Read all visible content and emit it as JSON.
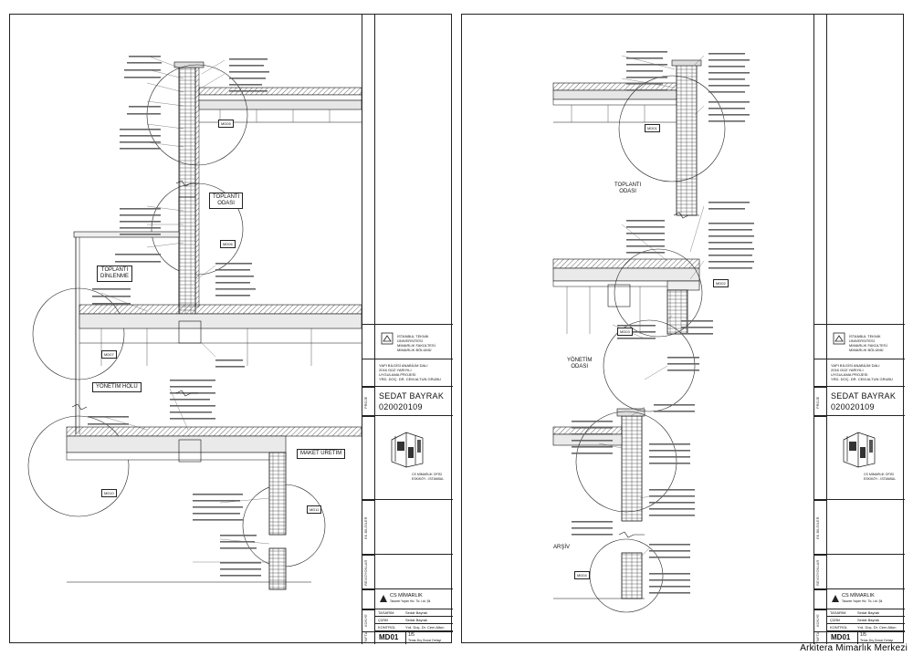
{
  "left_sheet": {
    "room_labels": {
      "toplanti_odasi": "TOPLANTI\nODASI",
      "toplanti_dinlenme": "TOPLANTI\nDİNLENME",
      "yonetim_holu": "YÖNETİM HOLÜ",
      "maket_uretim": "MAKET ÜRETİM"
    },
    "detail_marks": {
      "md05": "MD05",
      "md06": "MD06",
      "md07": "MD07",
      "md10": "MD10",
      "md11": "MD11"
    }
  },
  "right_sheet": {
    "room_labels": {
      "toplanti_odasi": "TOPLANTI\nODASI",
      "yonetim_odasi": "YÖNETİM\nODASI",
      "arsiv": "ARŞİV"
    },
    "detail_marks": {
      "md01": "MD01",
      "md02": "MD02",
      "md03": "MD03",
      "md04": "MD04"
    }
  },
  "title_block": {
    "university_line1": "İSTANBUL TEKNİK ÜNİVERSİTESİ",
    "university_line2": "MİMARLIK FAKÜLTESİ",
    "university_line3": "MİMARLIK BÖLÜMÜ",
    "course_line1": "YAPI BİLGİSİ ANABİLİM DALI",
    "course_line2": "2016 GÜZ YARIYILI",
    "course_line3": "UYGULAMA PROJESİ",
    "course_line4": "YRD. DOÇ. DR. CEM ALTUN GRUBU",
    "project_label": "PROJE",
    "student_name": "SEDAT BAYRAK",
    "student_no": "020020109",
    "firm_caption_1": "CS MİMARLIK OFİSİ",
    "firm_caption_2": "ESKİKÖY - İSTANBUL",
    "notes_label": "EK BİLGİLER",
    "revisions_label": "REVİZYONLAR",
    "firm_name": "CS MİMARLIK",
    "firm_sub": "Tasarım Yapım Hiz. Tic. Ltd. Şti.",
    "kunye_label": "KÜNYE",
    "roles": [
      {
        "role": "TASARIM",
        "name": "Sedat Bayrak"
      },
      {
        "role": "ÇİZİM",
        "name": "Sedat Bayrak"
      },
      {
        "role": "KONTROL",
        "name": "Yrd. Doç. Dr. Cem Altun"
      }
    ],
    "pafta_label": "PAFTA",
    "sheet_code": "MD01",
    "scale": "1/5",
    "sheet_title": "Teras-Dış Duvar Detayı"
  },
  "watermark": "Arkitera Mimarlık Merkezi"
}
